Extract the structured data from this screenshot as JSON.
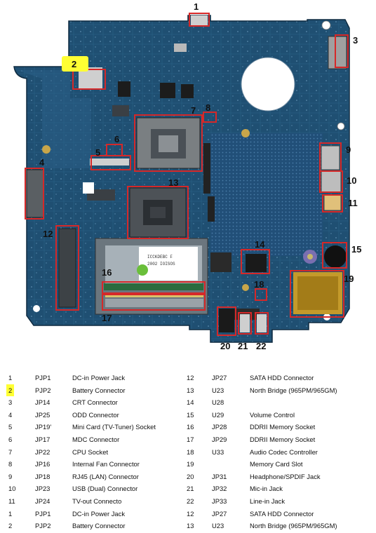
{
  "callouts": [
    "1",
    "2",
    "3",
    "4",
    "5",
    "6",
    "7",
    "8",
    "9",
    "10",
    "11",
    "12",
    "13",
    "14",
    "15",
    "16",
    "17",
    "18",
    "19",
    "20",
    "21",
    "22"
  ],
  "highlighted_callout": "2",
  "colors": {
    "board": "#1f4f72",
    "board_dark": "#163b58",
    "callout_box": "#d62828",
    "highlight": "#ffff33"
  },
  "legend": {
    "rows": [
      {
        "num": "1",
        "ref": "PJP1",
        "desc": "DC-in Power Jack",
        "num2": "12",
        "ref2": "JP27",
        "desc2": "SATA HDD Connector"
      },
      {
        "num": "2",
        "ref": "PJP2",
        "desc": "Battery Connector",
        "num2": "13",
        "ref2": "U23",
        "desc2": "North Bridge (965PM/965GM)"
      },
      {
        "num": "3",
        "ref": "JP14",
        "desc": "CRT Connector",
        "num2": "14",
        "ref2": "U28",
        "desc2": ""
      },
      {
        "num": "4",
        "ref": "JP25",
        "desc": "ODD Connector",
        "num2": "15",
        "ref2": "U29",
        "desc2": "Volume Control"
      },
      {
        "num": "5",
        "ref": "JP19'",
        "desc": "Mini Card (TV-Tuner) Socket",
        "num2": "16",
        "ref2": "JP28",
        "desc2": "DDRII Memory Socket"
      },
      {
        "num": "6",
        "ref": "JP17",
        "desc": "MDC Connector",
        "num2": "17",
        "ref2": "JP29",
        "desc2": "DDRII Memory Socket"
      },
      {
        "num": "7",
        "ref": "JP22",
        "desc": "CPU Socket",
        "num2": "18",
        "ref2": "U33",
        "desc2": "Audio Codec Controller"
      },
      {
        "num": "8",
        "ref": "JP16",
        "desc": "Internal Fan Connector",
        "num2": "19",
        "ref2": "",
        "desc2": "Memory Card Slot"
      },
      {
        "num": "9",
        "ref": "JP18",
        "desc": "RJ45 (LAN) Connector",
        "num2": "20",
        "ref2": "JP31",
        "desc2": "Headphone/SPDIF Jack"
      },
      {
        "num": "10",
        "ref": "JP23",
        "desc": "USB (Dual) Connector",
        "num2": "21",
        "ref2": "JP32",
        "desc2": "Mic-in Jack"
      },
      {
        "num": "11",
        "ref": "JP24",
        "desc": "TV-out Connecto",
        "num2": "22",
        "ref2": "JP33",
        "desc2": "Line-in Jack"
      },
      {
        "num": "1",
        "ref": "PJP1",
        "desc": "DC-in Power Jack",
        "num2": "12",
        "ref2": "JP27",
        "desc2": "SATA HDD Connector"
      },
      {
        "num": "2",
        "ref": "PJP2",
        "desc": "Battery Connector",
        "num2": "13",
        "ref2": "U23",
        "desc2": "North Bridge (965PM/965GM)"
      }
    ]
  }
}
